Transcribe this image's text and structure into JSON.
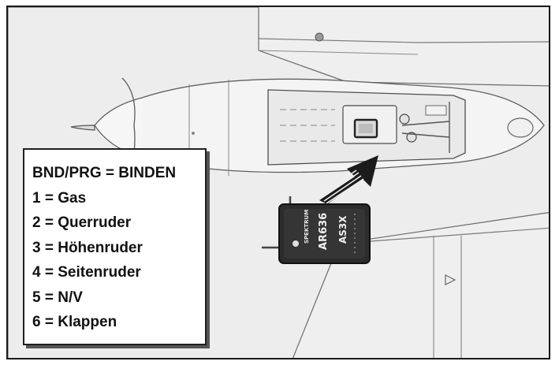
{
  "legend": {
    "lines": [
      "BND/PRG = BINDEN",
      "1 = Gas",
      "2 = Querruder",
      "3 = Höhenruder",
      "4 = Seitenruder",
      "5 = N/V",
      "6 = Klappen"
    ]
  },
  "receiver": {
    "brand": "SPEKTRUM",
    "model": "AR636",
    "badge": "AS3X"
  }
}
